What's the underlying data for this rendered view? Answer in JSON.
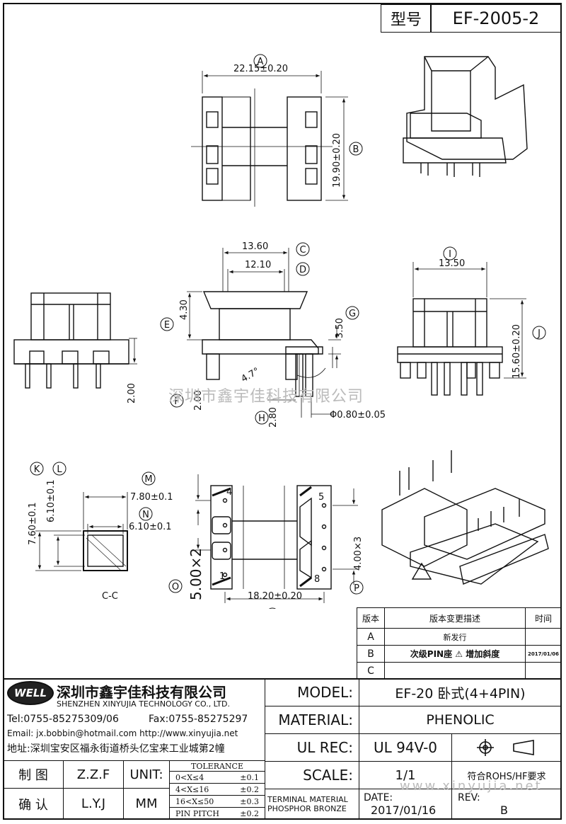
{
  "header": {
    "type_label": "型号",
    "type_value": "EF-2005-2"
  },
  "dims": {
    "A": "22.15±0.20",
    "B": "19.90±0.20",
    "C": "13.60",
    "D": "12.10",
    "E": "4.30",
    "F": "2.00",
    "G": "3.50",
    "H": "2.80",
    "pin": "Φ0.80±0.05",
    "angle": "4.7°",
    "I": "13.50",
    "J": "15.60±0.20",
    "side_h": "2.00",
    "K": "7.60±0.1",
    "L": "6.10±0.1",
    "M": "7.80±0.1",
    "N": "6.10±0.1",
    "section": "C-C",
    "O": "5.00×2",
    "P": "4.00×3",
    "Q": "18.20±0.20",
    "pin4": "4",
    "pin1": "1",
    "pin5": "5",
    "pin8": "8"
  },
  "bubbles": {
    "A": "A",
    "B": "B",
    "C": "C",
    "D": "D",
    "E": "E",
    "F": "F",
    "G": "G",
    "H": "H",
    "I": "I",
    "J": "J",
    "K": "K",
    "L": "L",
    "M": "M",
    "N": "N",
    "O": "O",
    "P": "P",
    "Q": "Q"
  },
  "watermark": "深圳市鑫宇佳科技有限公司",
  "watermark_url": "www.xinyujia.net",
  "revision_table": {
    "headers": [
      "版本",
      "版本变更描述",
      "时间"
    ],
    "rows": [
      {
        "rev": "A",
        "desc": "新发行",
        "date": ""
      },
      {
        "rev": "B",
        "desc": "次级PIN座 ⚠ 增加斜度",
        "date": "2017/01/06"
      },
      {
        "rev": "C",
        "desc": "",
        "date": ""
      }
    ]
  },
  "company": {
    "logo_text": "WELL",
    "name_cn": "深圳市鑫宇佳科技有限公司",
    "name_en": "SHENZHEN XINYUJIA TECHNOLOGY CO., LTD.",
    "tel": "Tel:0755-85275309/06",
    "fax": "Fax:0755-85275297",
    "email": "Email: jx.bobbin@hotmail.com http://www.xinyujia.net",
    "address": "地址:深圳宝安区福永街道桥头亿宝来工业城第2幢"
  },
  "title_block": {
    "model_label": "MODEL:",
    "model_value": "EF-20 卧式(4+4PIN)",
    "material_label": "MATERIAL:",
    "material_value": "PHENOLIC",
    "ulrec_label": "UL REC:",
    "ulrec_value": "UL 94V-0",
    "scale_label": "SCALE:",
    "scale_value": "1/1",
    "rohs": "符合ROHS/HF要求",
    "terminal_1": "TERMINAL MATERIAL",
    "terminal_2": "PHOSPHOR BRONZE",
    "date_label": "DATE:",
    "date_value": "2017/01/16",
    "rev_label": "REV:",
    "rev_value": "B",
    "drawn_label": "制  图",
    "drawn_value": "Z.Z.F",
    "check_label": "确  认",
    "check_value": "L.Y.J",
    "unit_label": "UNIT:",
    "unit_value": "MM",
    "tolerance_title": "TOLERANCE",
    "tolerance_rows": [
      {
        "range": "0<X≤4",
        "tol": "±0.1"
      },
      {
        "range": "4<X≤16",
        "tol": "±0.2"
      },
      {
        "range": "16<X≤50",
        "tol": "±0.3"
      },
      {
        "range": "PIN PITCH",
        "tol": "±0.2"
      }
    ]
  }
}
